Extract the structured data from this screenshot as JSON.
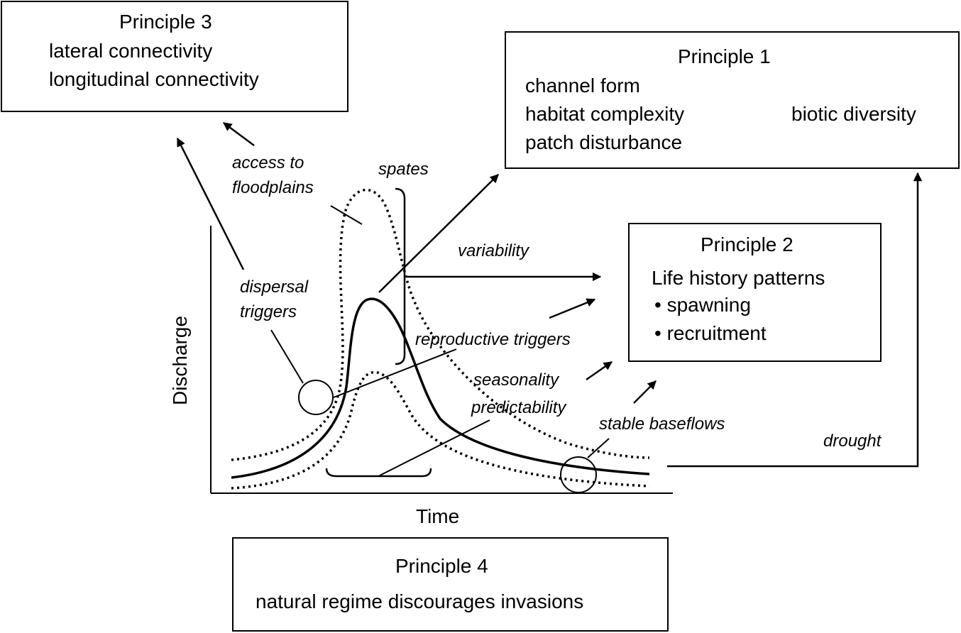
{
  "principle3": {
    "title": "Principle 3",
    "lines": [
      "lateral connectivity",
      "longitudinal connectivity"
    ]
  },
  "principle1": {
    "title": "Principle 1",
    "lines": [
      "channel form",
      "habitat complexity",
      "patch disturbance"
    ],
    "outcome": "biotic diversity"
  },
  "principle2": {
    "title": "Principle 2",
    "heading": "Life history patterns",
    "bullets": [
      "spawning",
      "recruitment"
    ]
  },
  "principle4": {
    "title": "Principle 4",
    "text": "natural regime discourages invasions"
  },
  "labels": {
    "access": [
      "access to",
      "floodplains"
    ],
    "spates": "spates",
    "variability": "variability",
    "dispersal": [
      "dispersal",
      "triggers"
    ],
    "reproductive": "reproductive triggers",
    "seasonality": "seasonality",
    "predictability": "predictability",
    "baseflows": "stable baseflows",
    "drought": "drought"
  },
  "axes": {
    "y": "Discharge",
    "x": "Time"
  }
}
